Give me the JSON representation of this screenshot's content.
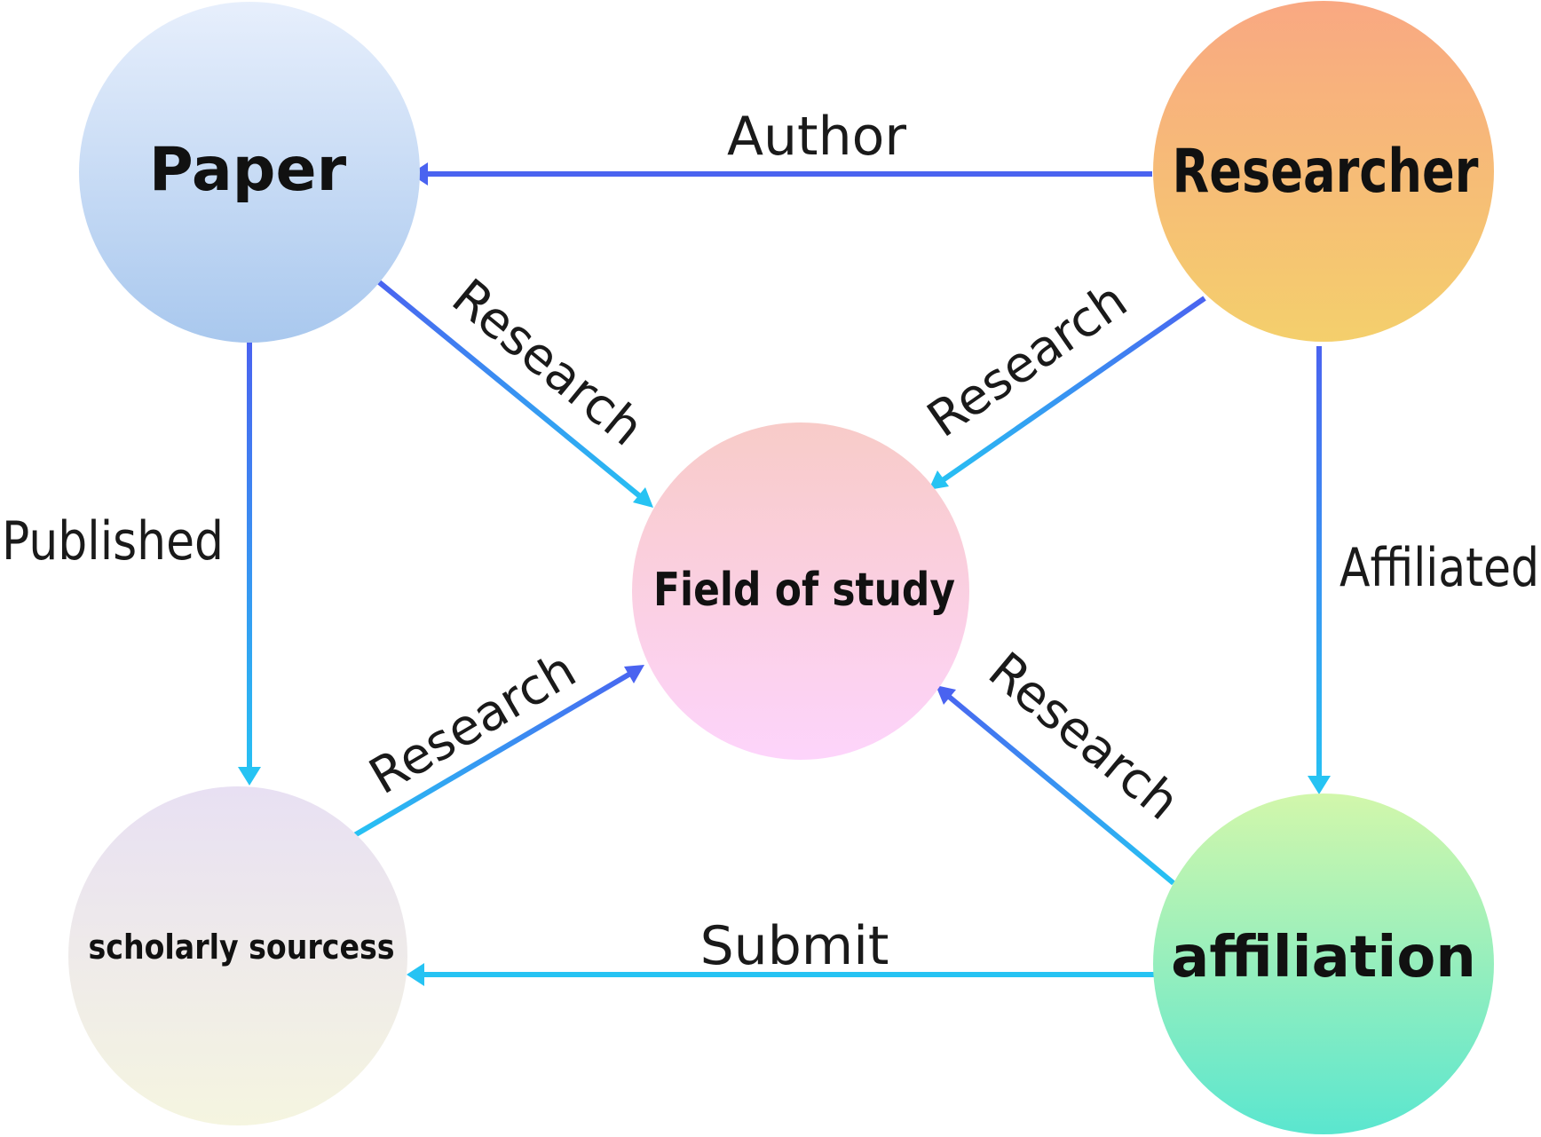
{
  "nodes": {
    "paper": {
      "label": "Paper",
      "gradient": [
        "#e7effc",
        "#a9c8ee"
      ]
    },
    "researcher": {
      "label": "Researcher",
      "gradient": [
        "#f9a882",
        "#f4cf6c"
      ]
    },
    "field": {
      "label": "Field of study",
      "gradient": [
        "#f8cbc8",
        "#fdd4fb"
      ]
    },
    "scholarly": {
      "label": "scholarly sourcess",
      "gradient": [
        "#e8e0f3",
        "#f5f5e0"
      ]
    },
    "affiliation": {
      "label": "affiliation",
      "gradient": [
        "#d2f7ab",
        "#5ae6cf"
      ]
    }
  },
  "edges": {
    "author": "Author",
    "published": "Published",
    "affiliated": "Affiliated",
    "submit": "Submit",
    "research_paper": "Research",
    "research_researcher": "Research",
    "research_scholarly": "Research",
    "research_affiliation": "Research"
  },
  "colors": {
    "arrow_blue": "#4a63f0",
    "arrow_cyan": "#26c3f3"
  }
}
